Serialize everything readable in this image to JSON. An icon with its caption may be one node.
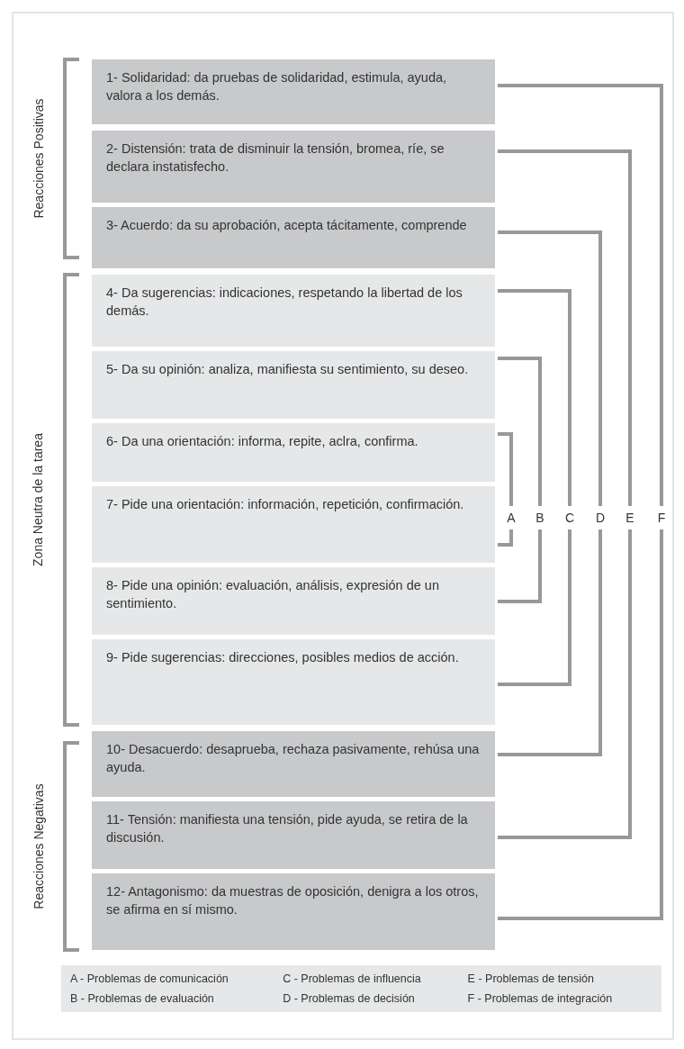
{
  "diagram": {
    "nodes": [
      {
        "text": [
          "1- Solidaridad: da pruebas de solidaridad, estimula, ayuda, valora a los demás."
        ]
      },
      {
        "text": [
          "2- Distensión: trata de disminuir la tensión, bromea, ríe, se declara instatisfecho."
        ]
      },
      {
        "text": [
          "3- Acuerdo: da su aprobación, acepta tácitamente, comprende"
        ]
      },
      {
        "text": [
          "4- Da sugerencias: indicaciones, respetando la libertad de los demás."
        ]
      },
      {
        "text": [
          "5- Da su opinión: analiza, manifiesta su sentimiento, su deseo."
        ]
      },
      {
        "text": [
          "6- Da una orientación: informa, repite, aclra, confirma."
        ]
      },
      {
        "text": [
          "7- Pide una orientación: información, repetición, confirmación."
        ]
      },
      {
        "text": [
          "8- Pide una opinión: evaluación, análisis, expresión de un sentimiento."
        ]
      },
      {
        "text": [
          "9- Pide sugerencias: direcciones, posibles medios de acción."
        ]
      },
      {
        "text": [
          "10- Desacuerdo: desaprueba, rechaza pasivamente, rehúsa una ayuda."
        ]
      },
      {
        "text": [
          "11- Tensión: manifiesta una tensión, pide ayuda, se retira de la discusión."
        ]
      },
      {
        "text": [
          "12- Antagonismo: da muestras de oposición, denigra a los otros, se afirma en sí mismo."
        ]
      },
      {
        "text": [
          "A"
        ]
      },
      {
        "text": [
          "B"
        ]
      },
      {
        "text": [
          "C"
        ]
      },
      {
        "text": [
          "D"
        ]
      },
      {
        "text": [
          "E"
        ]
      },
      {
        "text": [
          "F"
        ]
      }
    ],
    "edges": [
      {
        "from": 5,
        "to": 12,
        "arrow": "none"
      },
      {
        "from": 12,
        "to": 6,
        "arrow": "none"
      },
      {
        "from": 4,
        "to": 13,
        "arrow": "none"
      },
      {
        "from": 13,
        "to": 7,
        "arrow": "none"
      },
      {
        "from": 3,
        "to": 14,
        "arrow": "none"
      },
      {
        "from": 14,
        "to": 8,
        "arrow": "none"
      },
      {
        "from": 2,
        "to": 15,
        "arrow": "none"
      },
      {
        "from": 15,
        "to": 9,
        "arrow": "none"
      },
      {
        "from": 1,
        "to": 16,
        "arrow": "none"
      },
      {
        "from": 16,
        "to": 10,
        "arrow": "none"
      },
      {
        "from": 0,
        "to": 17,
        "arrow": "none"
      },
      {
        "from": 17,
        "to": 11,
        "arrow": "none"
      }
    ],
    "labels": [
      "Reacciones Positivas",
      "Zona Neutra de la tarea",
      "Reacciones Negativas"
    ],
    "legend": [
      {
        "text": "A - Problemas de comunicación"
      },
      {
        "text": "B - Problemas de evaluación"
      },
      {
        "text": "C - Problemas de influencia"
      },
      {
        "text": "D - Problemas de decisión"
      },
      {
        "text": "E - Problemas de tensión"
      },
      {
        "text": "F - Problemas de integración"
      }
    ]
  }
}
